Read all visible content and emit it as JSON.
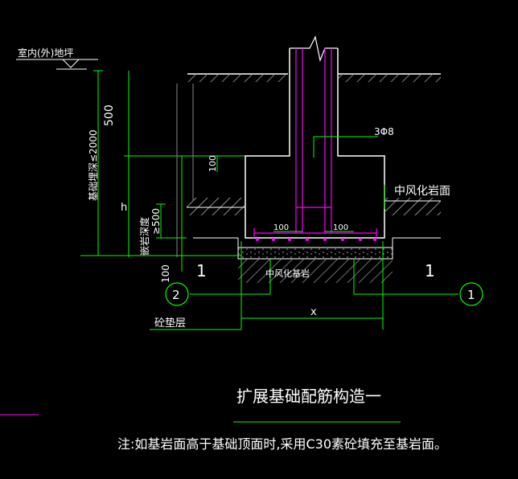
{
  "labels": {
    "ground_label": "室内(外)地坪",
    "dim_500_top": "500",
    "embed_depth": "基础埋深≤2000",
    "dim_100_left": "100",
    "h_label": "h",
    "rock_depth_a": "嵌岩深度",
    "rock_depth_b": "≥500",
    "dim_100_bottom": "100",
    "rebar_label": "3Φ8",
    "rock_surface_right": "中风化岩面",
    "dim_100_a": "100",
    "dim_100_b": "100",
    "rock_base_label": "中风化基岩",
    "section_mark_left": "1",
    "section_mark_right": "1",
    "axis_left": "2",
    "axis_right": "1",
    "x_label": "x",
    "cushion_label": "砼垫层",
    "title": "扩展基础配筋构造一",
    "note": "注:如基岩面高于基础顶面时,采用C30素砼填充至基岩面。"
  },
  "colors": {
    "white": "#ffffff",
    "green": "#00ff00",
    "magenta": "#ff00ff",
    "gray": "#8a8a8a"
  }
}
